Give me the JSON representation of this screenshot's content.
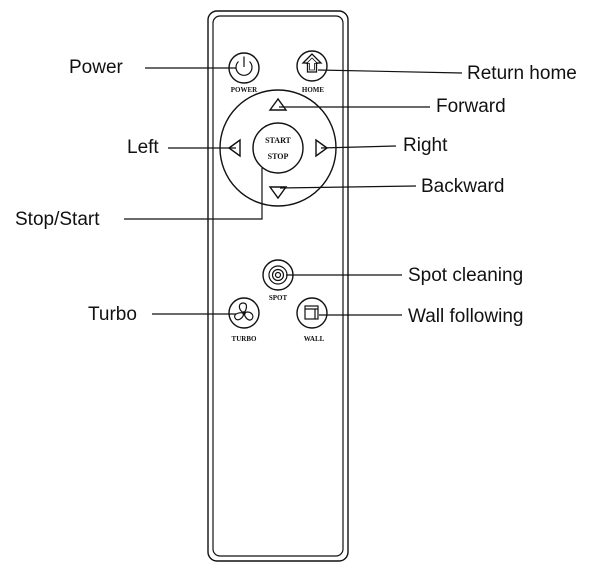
{
  "callouts": {
    "power": "Power",
    "return_home": "Return home",
    "forward": "Forward",
    "left": "Left",
    "right": "Right",
    "backward": "Backward",
    "stop_start": "Stop/Start",
    "spot_cleaning": "Spot cleaning",
    "turbo": "Turbo",
    "wall_following": "Wall following"
  },
  "buttons": {
    "power": "POWER",
    "home": "HOME",
    "start": "START",
    "stop": "STOP",
    "spot": "SPOT",
    "turbo": "TURBO",
    "wall": "WALL"
  },
  "icons": {
    "power": "power-icon",
    "home": "home-arrow-icon",
    "forward": "triangle-up-icon",
    "backward": "triangle-down-icon",
    "left": "triangle-left-icon",
    "right": "triangle-right-icon",
    "spot": "spiral-target-icon",
    "turbo": "fan-icon",
    "wall": "wall-square-icon"
  }
}
